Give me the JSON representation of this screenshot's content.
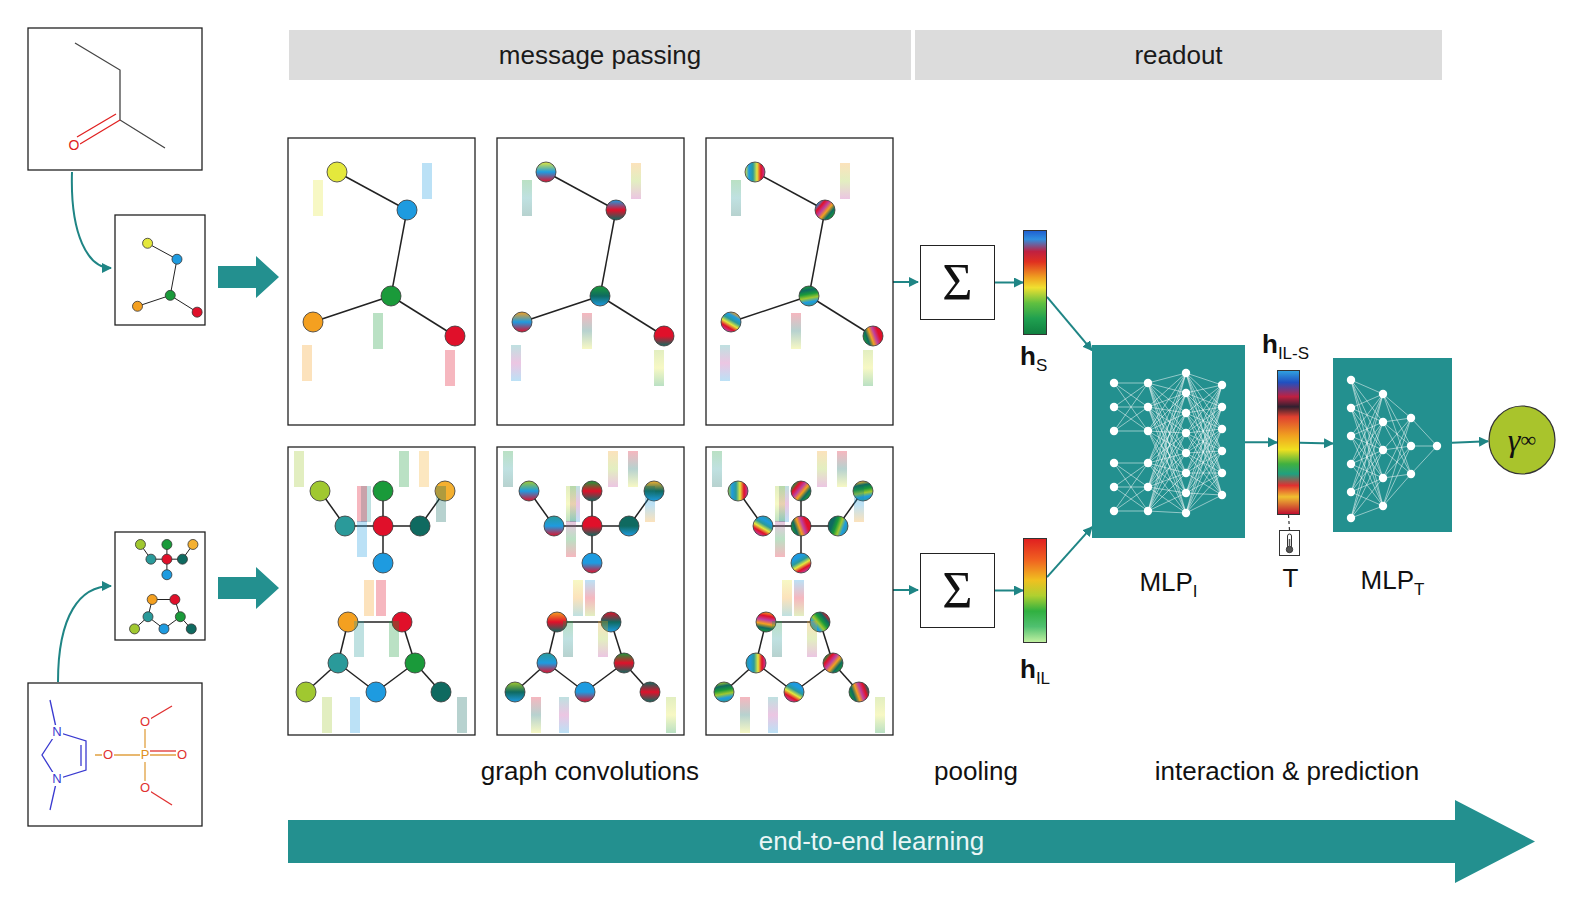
{
  "diagram": {
    "nodes": [
      {
        "text": [
          "message passing"
        ]
      },
      {
        "text": [
          "readout"
        ]
      },
      {
        "text": [
          "Σ"
        ]
      },
      {
        "text": [
          "h",
          "S"
        ]
      },
      {
        "text": [
          "MLP",
          "I"
        ]
      },
      {
        "text": [
          "h",
          "IL-S"
        ]
      },
      {
        "text": [
          "T"
        ]
      },
      {
        "text": [
          "MLP",
          "T"
        ]
      },
      {
        "text": [
          "γ",
          "∞"
        ]
      },
      {
        "text": [
          "Σ"
        ]
      },
      {
        "text": [
          "h",
          "IL"
        ]
      },
      {
        "text": [
          "end-to-end learning"
        ]
      }
    ],
    "edges": [
      {
        "from": 2,
        "to": 3,
        "arrow": "to"
      },
      {
        "from": 9,
        "to": 10,
        "arrow": "to"
      },
      {
        "from": 3,
        "to": 4,
        "arrow": "to"
      },
      {
        "from": 10,
        "to": 4,
        "arrow": "to"
      },
      {
        "from": 4,
        "to": 5,
        "arrow": "to"
      },
      {
        "from": 6,
        "to": 5,
        "arrow": "none"
      },
      {
        "from": 5,
        "to": 7,
        "arrow": "to"
      },
      {
        "from": 7,
        "to": 8,
        "arrow": "to"
      }
    ],
    "labels": [
      "graph convolutions",
      "pooling",
      "interaction & prediction",
      "O",
      "N",
      "N",
      "O",
      "P",
      "O",
      "O",
      "O"
    ]
  }
}
